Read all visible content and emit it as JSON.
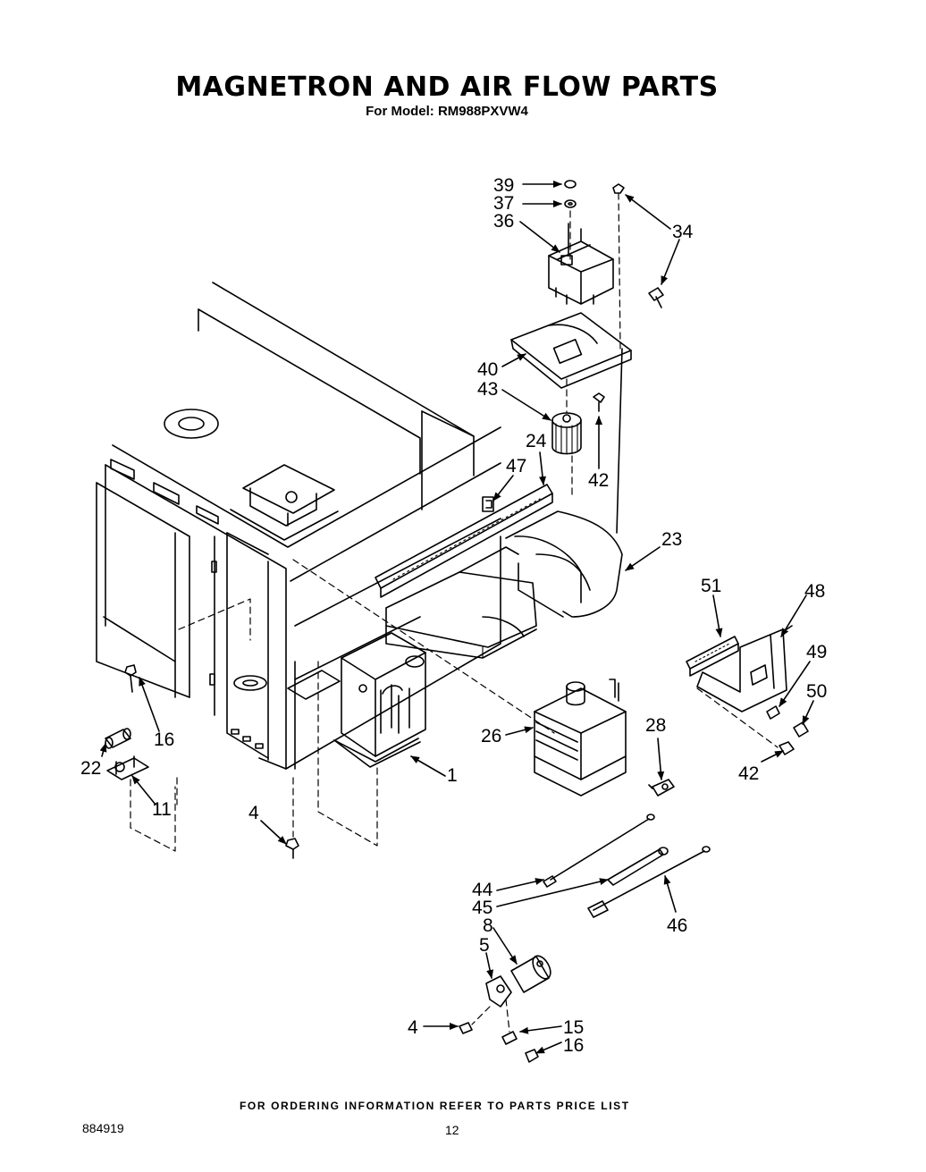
{
  "header": {
    "title": "MAGNETRON AND AIR FLOW PARTS",
    "subtitle": "For Model: RM988PXVW4"
  },
  "callouts": {
    "c39": "39",
    "c37": "37",
    "c36": "36",
    "c34": "34",
    "c40": "40",
    "c43": "43",
    "c42a": "42",
    "c24": "24",
    "c47": "47",
    "c23": "23",
    "c51": "51",
    "c48": "48",
    "c49": "49",
    "c50": "50",
    "c42b": "42",
    "c26": "26",
    "c28": "28",
    "c1": "1",
    "c16a": "16",
    "c22": "22",
    "c11": "11",
    "c4a": "4",
    "c44": "44",
    "c45": "45",
    "c46": "46",
    "c8": "8",
    "c5": "5",
    "c4b": "4",
    "c15": "15",
    "c16b": "16"
  },
  "footer": {
    "ordering_note": "FOR ORDERING INFORMATION REFER TO PARTS PRICE LIST",
    "doc_number": "884919",
    "page_number": "12"
  }
}
